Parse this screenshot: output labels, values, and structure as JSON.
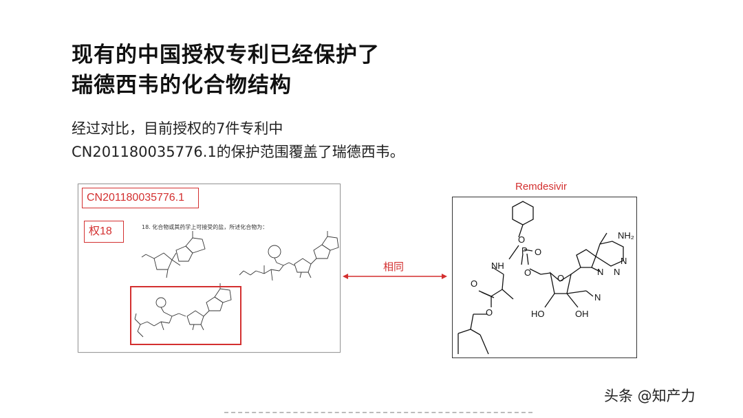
{
  "slide": {
    "title_line1": "现有的中国授权专利已经保护了",
    "title_line2": "瑞德西韦的化合物结构",
    "subtitle_line1": "经过对比，目前授权的7件专利中",
    "subtitle_line2": "CN201180035776.1的保护范围覆盖了瑞德西韦。"
  },
  "patent_panel": {
    "patent_number": "CN201180035776.1",
    "claim_label": "权18",
    "claim_text": "18. 化合物或其药学上可接受的盐，所述化合物为："
  },
  "comparison": {
    "arrow_label": "相同",
    "accent_color": "#d32f2f"
  },
  "remdesivir_panel": {
    "label": "Remdesivir",
    "atom_labels": {
      "nh2": "NH₂",
      "n": "N",
      "p": "P",
      "o": "O",
      "nh": "NH",
      "ho": "HO",
      "oh": "OH"
    }
  },
  "footer": {
    "watermark": "头条 @知产力"
  }
}
